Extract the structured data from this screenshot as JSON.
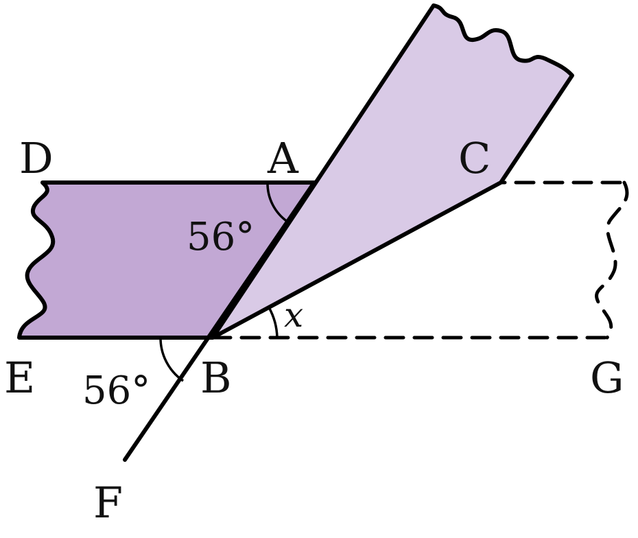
{
  "diagram": {
    "points": {
      "A": "A",
      "B": "B",
      "C": "C",
      "D": "D",
      "E": "E",
      "F": "F",
      "G": "G"
    },
    "angles": {
      "angle_at_A": "56°",
      "angle_at_B": "56°",
      "angle_x": "x"
    },
    "colors": {
      "strip_fill": "#c2a8d4",
      "folded_flap_fill": "#d9cae6",
      "stroke": "#000000"
    }
  }
}
